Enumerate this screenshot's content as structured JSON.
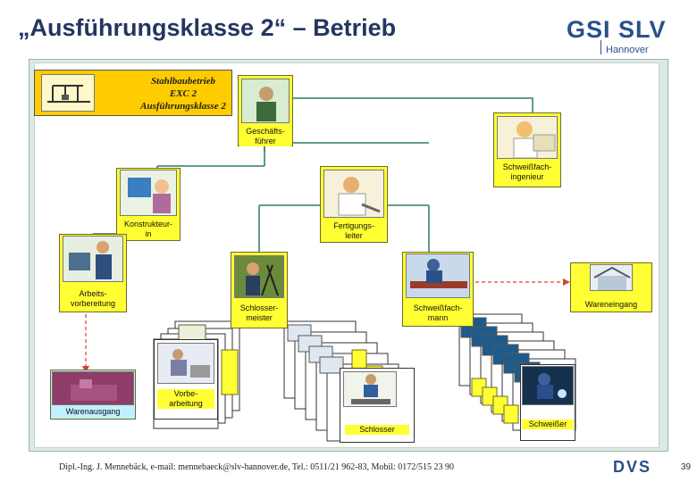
{
  "slide": {
    "title": "„Ausführungsklasse 2“ – Betrieb",
    "logo_text": "GSI SLV",
    "logo_subtext": "Hannover",
    "footer": "Dipl.-Ing. J. Mennebäck, e-mail: mennebaeck@slv-hannover.de, Tel.: 0511/21 962-83, Mobil: 0172/515 23 90",
    "dvs_logo": "DVS",
    "page_number": "39"
  },
  "header": {
    "line1": "Stahlbaubetrieb",
    "line2": "EXC 2",
    "line3": "Ausführungsklasse 2"
  },
  "roles": {
    "geschaeftsfuehrer": "Geschäfts-\nführer",
    "schweissfachingenieur": "Schweißfach-\ningenieur",
    "konstrukteurin": "Konstrukteur-\nin",
    "fertigungsleiter": "Fertigungs-\nleiter",
    "arbeitsvorbereitung": "Arbeits-\nvorbereitung",
    "schlossermeister": "Schlosser-\nmeister",
    "schweissfachmann": "Schweißfach-\nmann",
    "wareneingang": "Wareneingang",
    "warenausgang": "Warenausgang",
    "vorbearbeitung": "Vorbe-\narbeitung",
    "schlosser": "Schlosser",
    "schweisser": "Schweißer"
  },
  "colors": {
    "title": "#24365f",
    "box_fill": "#ffff33",
    "header_fill": "#ffcc00",
    "connector": "#2e7d5b",
    "dashed_arrow": "#d9452b"
  }
}
